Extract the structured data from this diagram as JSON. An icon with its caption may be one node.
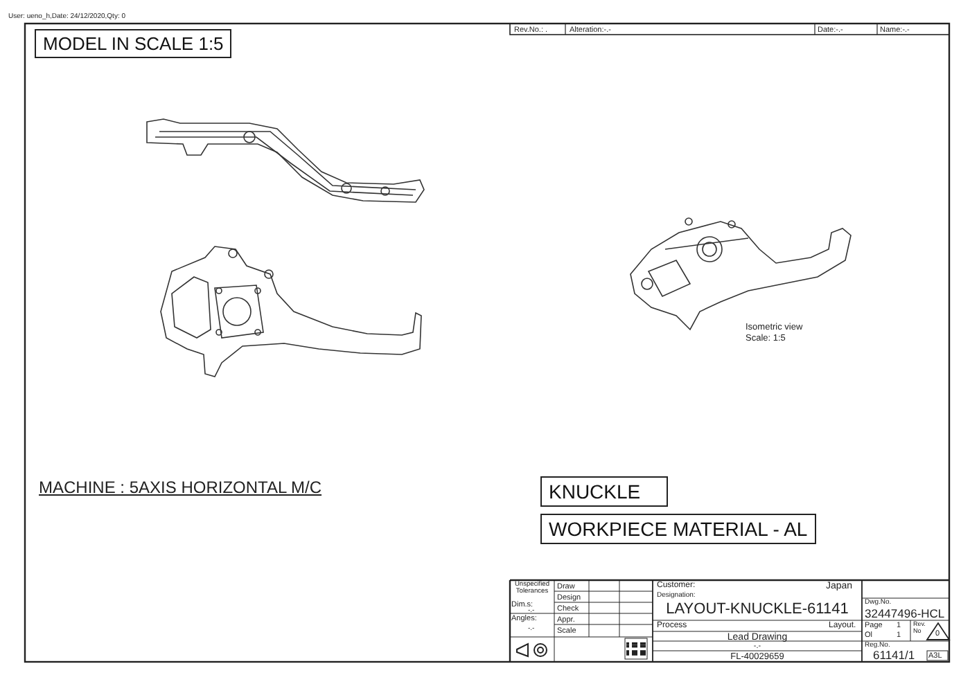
{
  "diagram": {
    "nodes": [
      {
        "text": [
          "MODEL IN SCALE 1:5"
        ]
      },
      {
        "text": [
          "KNUCKLE"
        ]
      },
      {
        "text": [
          "WORKPIECE MATERIAL - AL"
        ]
      }
    ],
    "edges": [],
    "labels": [
      "User: ueno_h,Date: 24/12/2020,Qty: 0",
      "Rev.No.: .",
      "Alteration:-.-",
      "Date:-.-",
      "Name:-.-",
      "MACHINE : 5AXIS HORIZONTAL M/C",
      "Isometric view",
      "Scale:  1:5",
      "Unspecified Tolerances",
      "Draw",
      "Customer:",
      "Japan",
      "Dim.s:",
      "-.-",
      "Design",
      "Designation:",
      "LAYOUT-KNUCKLE-61141",
      "Check",
      "Dwg.No.",
      "32447496-HCL",
      "Angles:",
      "Appr.",
      "Process",
      "Layout.",
      "Page",
      "1",
      "Rev. No",
      "-.-",
      "Scale",
      "Lead Drawing",
      "Ol",
      "1",
      "0",
      "-.-",
      "Reg.No.",
      "FL-40029659",
      "61141/1",
      "A3L"
    ]
  }
}
